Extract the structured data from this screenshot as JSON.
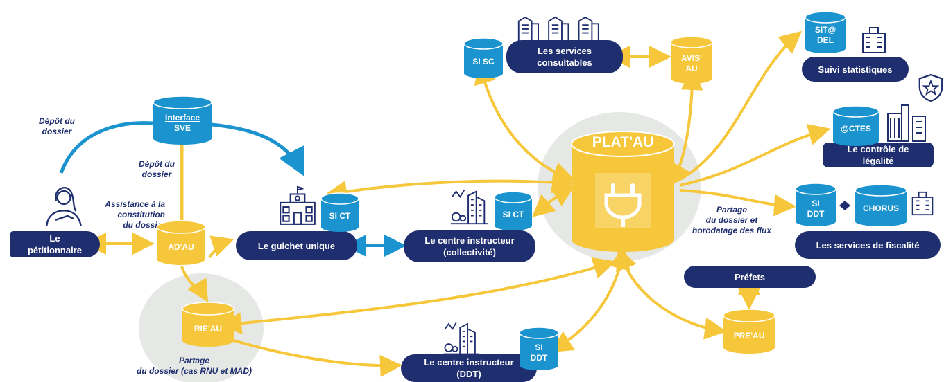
{
  "colors": {
    "navy": "#1f2e6e",
    "blue": "#1a93cf",
    "yellow": "#f6c73a",
    "yellow_dark": "#e8b124",
    "halo": "#e6e8e6"
  },
  "hub": {
    "title": "PLAT'AU"
  },
  "databases": {
    "interface_sve": [
      "Interface",
      "SVE"
    ],
    "ad_au": "AD'AU",
    "rie_au": "RIE'AU",
    "si_ct_guichet": "SI CT",
    "si_ct_centre": "SI CT",
    "si_sc": "SI SC",
    "avis_au": [
      "AVIS'",
      "AU"
    ],
    "sit_del": [
      "SIT@",
      "DEL"
    ],
    "ctes": "@CTES",
    "si_ddt_fiscal": [
      "SI",
      "DDT"
    ],
    "chorus": "CHORUS",
    "pre_au": "PRE'AU",
    "si_ddt_centre": [
      "SI",
      "DDT"
    ]
  },
  "actors": {
    "petitionnaire": [
      "Le",
      "pétitionnaire"
    ],
    "guichet": "Le guichet unique",
    "centre_collectivite": [
      "Le centre instructeur",
      "(collectivité)"
    ],
    "centre_ddt": [
      "Le centre instructeur",
      "(DDT)"
    ],
    "services_consultables": [
      "Les services",
      "consultables"
    ],
    "suivi": "Suivi statistiques",
    "controle": [
      "Le contrôle de",
      "légalité"
    ],
    "fiscalite": "Les services de fiscalité",
    "prefets": "Préfets"
  },
  "labels": {
    "depot1": [
      "Dépôt du",
      "dossier"
    ],
    "depot2": [
      "Dépôt du",
      "dossier"
    ],
    "assistance": [
      "Assistance à la",
      "constitution",
      "du dossier"
    ],
    "partage_plat": [
      "Partage",
      "du dossier et",
      "horodatage des flux"
    ],
    "partage_rie": [
      "Partage",
      "du dossier (cas RNU et MAD)"
    ]
  },
  "icons": [
    "person-icon",
    "town-hall-icon",
    "city-icon",
    "buildings-icon",
    "office-building-icon",
    "government-building-icon",
    "shield-star-icon",
    "plug-icon"
  ]
}
